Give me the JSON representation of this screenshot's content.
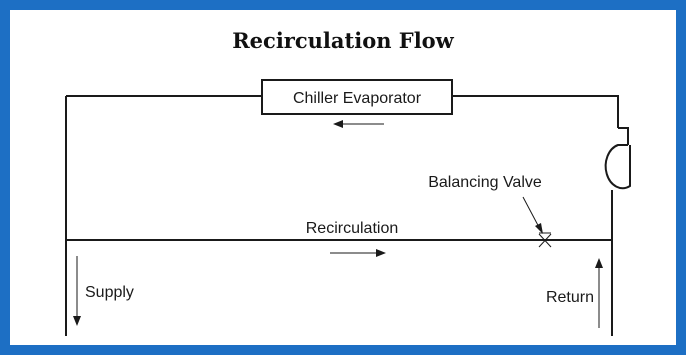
{
  "title": "Recirculation Flow",
  "labels": {
    "chiller": "Chiller Evaporator",
    "balancing_valve": "Balancing Valve",
    "recirculation": "Recirculation",
    "supply": "Supply",
    "return": "Return"
  },
  "colors": {
    "frame": "#1d6fc4",
    "line": "#1a1a1a",
    "background": "#ffffff"
  }
}
